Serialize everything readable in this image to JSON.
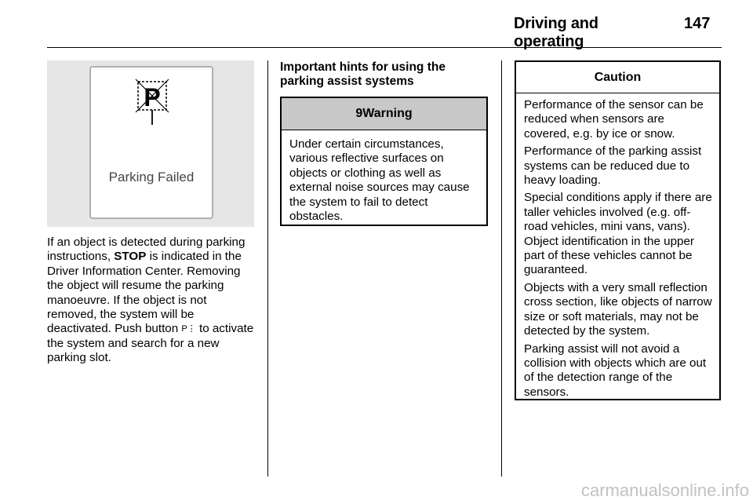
{
  "header": {
    "title": "Driving and operating",
    "page_number": "147"
  },
  "figure": {
    "display_label": "Parking Failed",
    "icon": "parking-crossed-icon"
  },
  "left_column": {
    "text_1": "If an object is detected during parking instructions, ",
    "bold_stop": "STOP",
    "text_2": " is indicated in the Driver Information Center. Removing the object will resume the parking manoeuvre. If the object is not removed, the system will be deactivated. Push button ",
    "button_symbol": "P⋮",
    "text_3": " to activate the system and search for a new parking slot."
  },
  "middle_column": {
    "heading": "Important hints for using the parking assist systems",
    "warning": {
      "icon": "warning-triangle-icon",
      "symbol": "9",
      "title": "Warning",
      "body": "Under certain circumstances, various reflective surfaces on objects or clothing as well as external noise sources may cause the system to fail to detect obstacles."
    }
  },
  "caution": {
    "title": "Caution",
    "paragraphs": [
      "Performance of the sensor can be reduced when sensors are covered, e.g. by ice or snow.",
      "Performance of the parking assist systems can be reduced due to heavy loading.",
      "Special conditions apply if there are taller vehicles involved (e.g. off-road vehicles, mini vans, vans). Object identification in the upper part of these vehicles cannot be guaranteed.",
      "Objects with a very small reflection cross section, like objects of narrow size or soft materials, may not be detected by the system.",
      "Parking assist will not avoid a collision with objects which are out of the detection range of the sensors."
    ]
  },
  "watermark": "carmanualsonline.info"
}
